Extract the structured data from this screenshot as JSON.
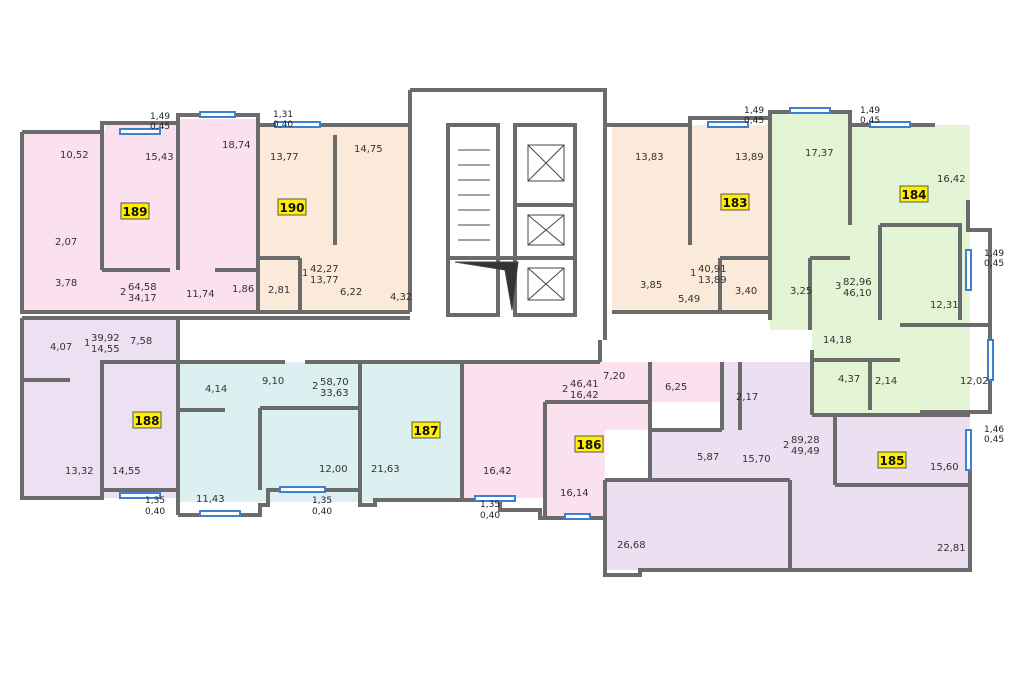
{
  "colors": {
    "wall": "#6b6b6b",
    "window": "#3f7fd0",
    "badge": "#ffee00",
    "apartment_189": "#fbe0f0",
    "apartment_190": "#fbe9da",
    "apartment_183": "#fbe9da",
    "apartment_184": "#e4f5d6",
    "apartment_188": "#ece0f2",
    "apartment_187": "#dcf0f2",
    "apartment_186": "#fbe0ee",
    "apartment_185": "#ecdff2"
  },
  "apartments": [
    {
      "id": "189",
      "totals": [
        "64,58",
        "34,17"
      ],
      "rooms": [
        "10,52",
        "15,43",
        "18,74",
        "2,07",
        "3,78",
        "11,74",
        "1,86"
      ]
    },
    {
      "id": "190",
      "totals": [
        "42,27",
        "13,77"
      ],
      "rooms": [
        "13,77",
        "14,75",
        "2,81",
        "6,22",
        "4,32"
      ]
    },
    {
      "id": "183",
      "totals": [
        "40,91",
        "13,89"
      ],
      "rooms": [
        "13,83",
        "13,89",
        "3,85",
        "5,49",
        "3,40"
      ]
    },
    {
      "id": "184",
      "totals": [
        "82,96",
        "46,10"
      ],
      "rooms": [
        "17,37",
        "16,42",
        "3,25",
        "12,31",
        "14,18",
        "4,37",
        "2,14",
        "12,02"
      ]
    },
    {
      "id": "188",
      "totals": [
        "39,92",
        "14,55"
      ],
      "rooms": [
        "4,07",
        "7,58",
        "13,32",
        "14,55"
      ]
    },
    {
      "id": "187",
      "totals": [
        "58,70",
        "33,63"
      ],
      "rooms": [
        "4,14",
        "9,10",
        "11,43",
        "12,00",
        "21,63"
      ]
    },
    {
      "id": "186",
      "totals": [
        "46,41",
        "16,42"
      ],
      "rooms": [
        "7,20",
        "6,25",
        "16,42",
        "16,14",
        "2,17",
        "5,87"
      ]
    },
    {
      "id": "185",
      "totals": [
        "89,28",
        "49,49"
      ],
      "rooms": [
        "15,70",
        "15,60",
        "26,68",
        "22,81"
      ]
    }
  ],
  "room_counts": [
    "2",
    "1",
    "1",
    "3",
    "1",
    "2",
    "2",
    "2"
  ],
  "balconies": [
    {
      "depth": "1,49",
      "width": "0,45"
    },
    {
      "depth": "1,31",
      "width": "0,40"
    },
    {
      "depth": "1,49",
      "width": "0,45"
    },
    {
      "depth": "1,49",
      "width": "0,45"
    },
    {
      "depth": "1,49",
      "width": "0,45"
    },
    {
      "depth": "1,46",
      "width": "0,45"
    },
    {
      "depth": "1,35",
      "width": "0,40"
    },
    {
      "depth": "1,35",
      "width": "0,40"
    },
    {
      "depth": "1,35",
      "width": "0,40"
    }
  ]
}
